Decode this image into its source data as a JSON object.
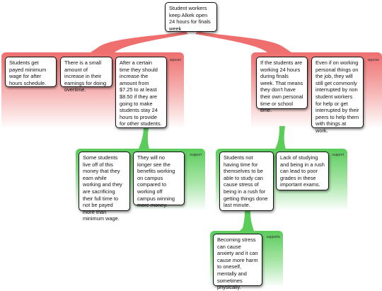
{
  "claim": {
    "text": "Student workers keep Alkek open 24 hours for finals week"
  },
  "left_oppose": {
    "tag": "oppose",
    "cards": [
      "Students get payed minimum wage for after hours schedule.",
      "There is a small amount of increase in their earnings for doing overtime.",
      "After a certain time they should increase the amount from $7.25 to at least $8.50 if they are going to make students stay 24 hours to provide for other students."
    ]
  },
  "left_support": {
    "tag": "support",
    "cards": [
      "Some students live off of this money that they earn while working and they are sacrificing their full time to not be payed more than minimum wage.",
      "They will no longer see the benefits working on campus compared to working off campus winning more money."
    ]
  },
  "right_oppose": {
    "tag": "oppose",
    "cards": [
      "If the students are working 24 hours during finals week. That means they don't have their own personal time or school time.",
      "Even if on working personal things on the job, they will still get commonly interrupted by non student workers for help or get interrupted by their peers to help them with things at work."
    ]
  },
  "right_support": {
    "tag": "support",
    "cards": [
      "Students not having time for themselves to be able to study can cause stress of being in a rush for getting things done last minute.",
      "Lack of studying and being in a rush can lead to poor grades in these important exams."
    ]
  },
  "bottom_support": {
    "tag": "supports",
    "cards": [
      "Becoming stress can cause anxiety and it can cause more harm to oneself, mentally and sometimes physically."
    ]
  },
  "colors": {
    "oppose": "#ef6f6f",
    "support": "#5acc5a",
    "card_border": "#111111"
  }
}
